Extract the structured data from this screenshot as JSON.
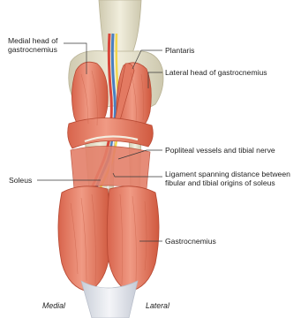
{
  "labels": {
    "medial_head": [
      "Medial head of",
      "gastrocnemius"
    ],
    "plantaris": "Plantaris",
    "lateral_head": "Lateral head of gastrocnemius",
    "popliteal": "Popliteal vessels and tibial nerve",
    "soleus": "Soleus",
    "ligament": [
      "Ligament spanning distance between",
      "fibular and tibial origins of soleus"
    ],
    "gastrocnemius": "Gastrocnemius"
  },
  "orientation": {
    "medial": "Medial",
    "lateral": "Lateral"
  },
  "colors": {
    "muscle": "#e8806a",
    "muscle_dark": "#c9563f",
    "bone": "#e7e4cf",
    "tendon": "#dfe3ea",
    "artery": "#d8453a",
    "vein": "#4a7fc0",
    "nerve": "#f2d54a"
  }
}
